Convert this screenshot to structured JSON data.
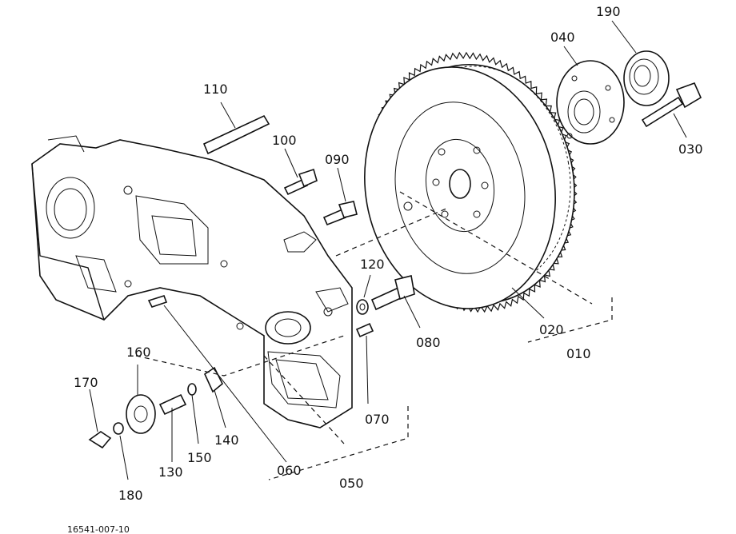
{
  "figure_number": "16541-007-10",
  "parts": [
    {
      "id": "010"
    },
    {
      "id": "020"
    },
    {
      "id": "030"
    },
    {
      "id": "040"
    },
    {
      "id": "050"
    },
    {
      "id": "060"
    },
    {
      "id": "070"
    },
    {
      "id": "080"
    },
    {
      "id": "090"
    },
    {
      "id": "100"
    },
    {
      "id": "110"
    },
    {
      "id": "120"
    },
    {
      "id": "130"
    },
    {
      "id": "140"
    },
    {
      "id": "150"
    },
    {
      "id": "160"
    },
    {
      "id": "170"
    },
    {
      "id": "180"
    },
    {
      "id": "190"
    }
  ]
}
